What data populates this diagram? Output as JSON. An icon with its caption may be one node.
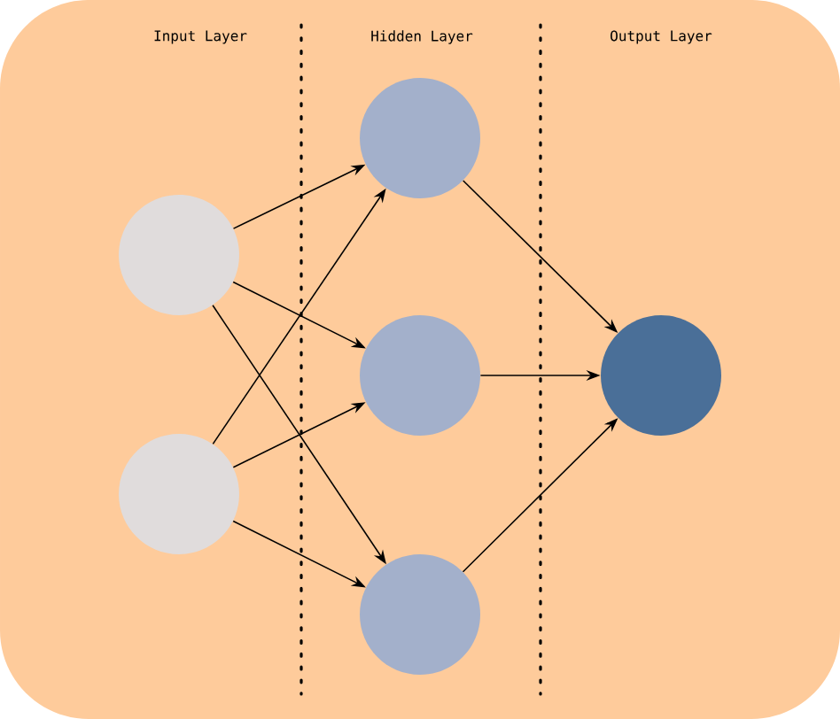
{
  "diagram": {
    "nodes": [
      {
        "text": [],
        "shape": "circle"
      },
      {
        "text": [],
        "shape": "circle"
      },
      {
        "text": [],
        "shape": "circle"
      },
      {
        "text": [],
        "shape": "circle"
      },
      {
        "text": [],
        "shape": "circle"
      },
      {
        "text": [],
        "shape": "circle"
      }
    ],
    "edges": [
      {
        "from": 0,
        "to": 2,
        "arrow": "to"
      },
      {
        "from": 0,
        "to": 3,
        "arrow": "to"
      },
      {
        "from": 0,
        "to": 4,
        "arrow": "to"
      },
      {
        "from": 1,
        "to": 2,
        "arrow": "to"
      },
      {
        "from": 1,
        "to": 3,
        "arrow": "to"
      },
      {
        "from": 1,
        "to": 4,
        "arrow": "to"
      },
      {
        "from": 2,
        "to": 5,
        "arrow": "to"
      },
      {
        "from": 3,
        "to": 5,
        "arrow": "to"
      },
      {
        "from": 4,
        "to": 5,
        "arrow": "to"
      }
    ],
    "labels": [
      "Input Layer",
      "Hidden Layer",
      "Output Layer"
    ]
  }
}
